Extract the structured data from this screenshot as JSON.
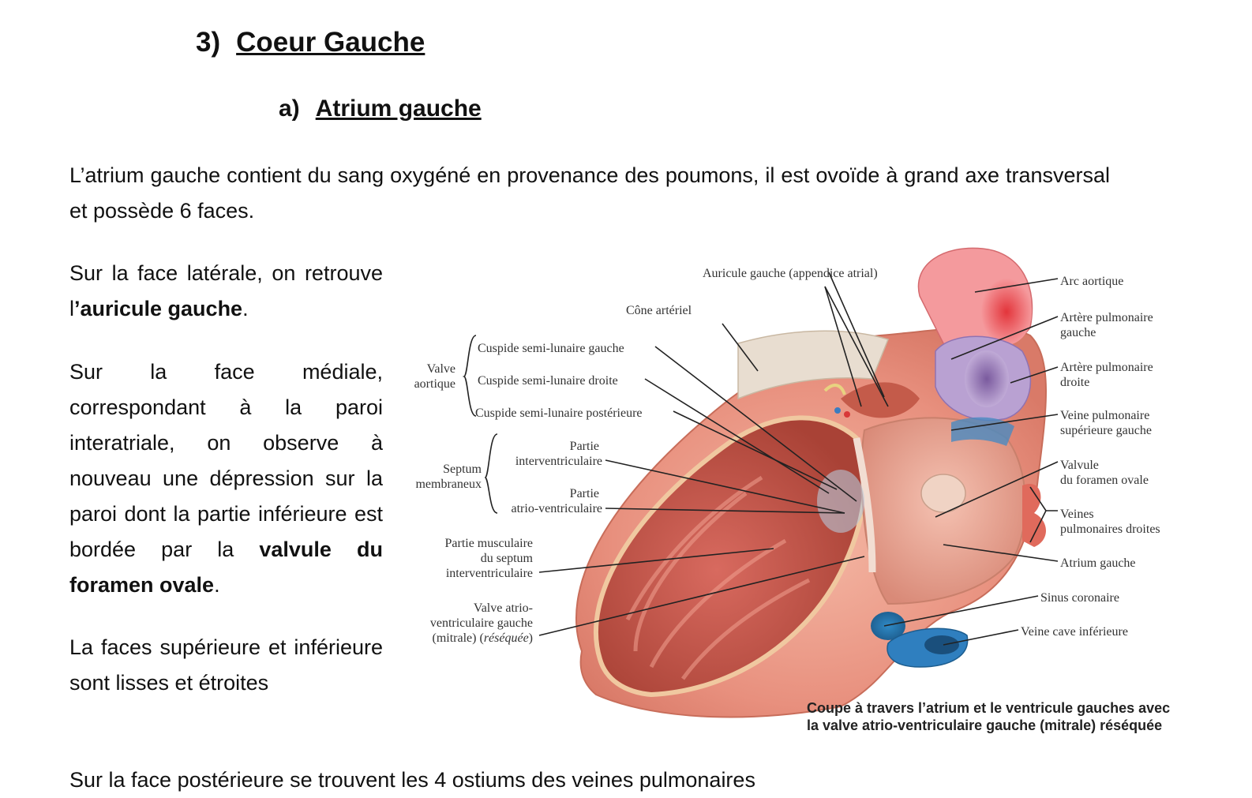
{
  "section": {
    "number": "3)",
    "title": "Coeur Gauche"
  },
  "subsection": {
    "number": "a)",
    "title": "Atrium gauche"
  },
  "intro": "L’atrium gauche contient du sang oxygéné en provenance des poumons, il est ovoïde à grand axe transversal et possède 6 faces.",
  "lateral": {
    "text_before": "Sur la face latérale, on retrouve l",
    "bold": "’auricule gauche",
    "text_after": "."
  },
  "medial": {
    "text_before": "Sur la face médiale, correspondant à la paroi interatriale, on observe à nouveau une dépression sur la paroi dont la partie inférieure est bordée par la ",
    "bold": "valvule du foramen ovale",
    "text_after": "."
  },
  "sup_inf": "La faces supérieure et inférieure sont lisses et étroites",
  "posterior_partial": "Sur la face postérieure se trouvent les 4 ostiums des veines pulmonaires",
  "figure": {
    "labels": {
      "auricule": "Auricule gauche (appendice atrial)",
      "cone": "Cône artériel",
      "valve_aortique_1": "Valve",
      "valve_aortique_2": "aortique",
      "cusp_gauche": "Cuspide semi-lunaire gauche",
      "cusp_droite": "Cuspide semi-lunaire droite",
      "cusp_post": "Cuspide semi-lunaire postérieure",
      "septum_1": "Septum",
      "septum_2": "membraneux",
      "partie_iv_1": "Partie",
      "partie_iv_2": "interventriculaire",
      "partie_av_1": "Partie",
      "partie_av_2": "atrio-ventriculaire",
      "musc_1": "Partie musculaire",
      "musc_2": "du septum",
      "musc_3": "interventriculaire",
      "mitrale_1": "Valve atrio-",
      "mitrale_2": "ventriculaire gauche",
      "mitrale_3a": "(mitrale) (",
      "mitrale_3b": "réséquée",
      "mitrale_3c": ")",
      "arc": "Arc aortique",
      "apg_1": "Artère pulmonaire",
      "apg_2": "gauche",
      "apd_1": "Artère pulmonaire",
      "apd_2": "droite",
      "vpsg_1": "Veine pulmonaire",
      "vpsg_2": "supérieure gauche",
      "valvule_1": "Valvule",
      "valvule_2": "du foramen ovale",
      "vpd_1": "Veines",
      "vpd_2": "pulmonaires droites",
      "atrium": "Atrium gauche",
      "sinus": "Sinus coronaire",
      "vci": "Veine cave inférieure"
    },
    "caption_1": "Coupe à travers l’atrium et le ventricule gauches avec",
    "caption_2": "la valve atrio-ventriculaire gauche (mitrale) réséquée"
  }
}
